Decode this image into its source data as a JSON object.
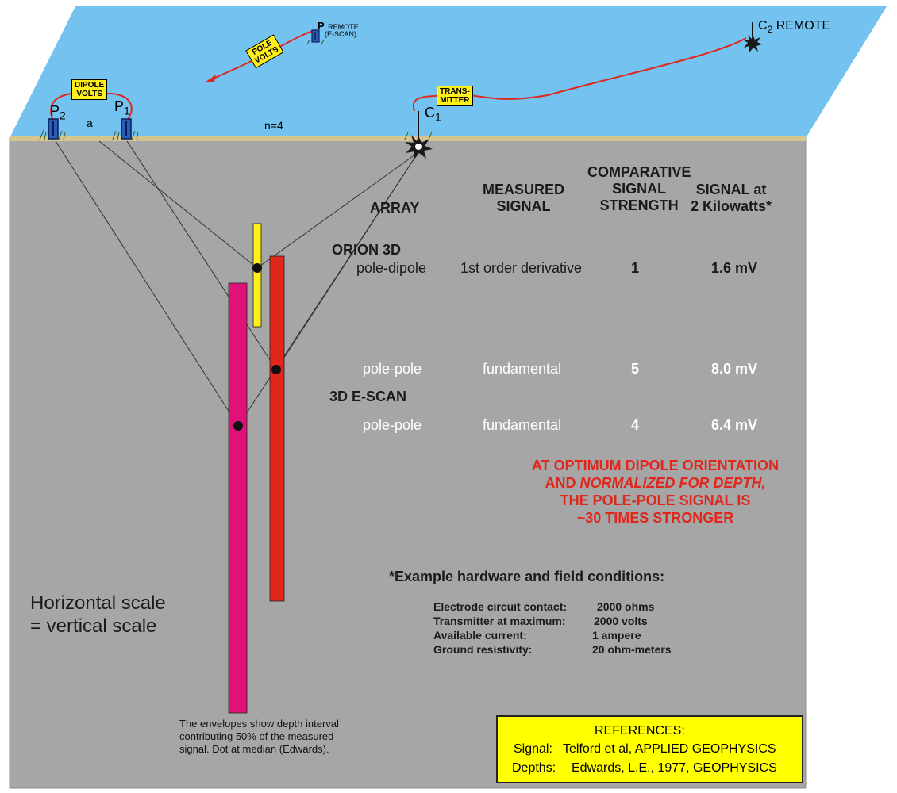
{
  "labels": {
    "dipole_volts": [
      "DIPOLE",
      "VOLTS"
    ],
    "pole_volts": [
      "POLE",
      "VOLTS"
    ],
    "transmitter": [
      "TRANS-",
      "MITTER"
    ],
    "p2": "P2",
    "p1": "P1",
    "a": "a",
    "n": "n=4",
    "c1": "C1",
    "c2_remote": "C2 REMOTE",
    "p_remote": "P",
    "p_remote_suffix": "REMOTE",
    "e_scan": "(E-SCAN)"
  },
  "table": {
    "headers": {
      "array": "ARRAY",
      "measured_signal": [
        "MEASURED",
        "SIGNAL"
      ],
      "comparative": [
        "COMPARATIVE",
        "SIGNAL",
        "STRENGTH"
      ],
      "signal_at": [
        "SIGNAL at",
        "2 Kilowatts*"
      ]
    },
    "group1": "ORION 3D",
    "group2": "3D E-SCAN",
    "rows": [
      {
        "array": "pole-dipole",
        "signal": "1st order derivative",
        "strength": "1",
        "value": "1.6 mV"
      },
      {
        "array": "pole-pole",
        "signal": "fundamental",
        "strength": "5",
        "value": "8.0 mV"
      },
      {
        "array": "pole-pole",
        "signal": "fundamental",
        "strength": "4",
        "value": "6.4 mV"
      }
    ]
  },
  "warning": {
    "line1": "AT OPTIMUM DIPOLE ORIENTATION",
    "line2a": "AND ",
    "line2b": "NORMALIZED FOR DEPTH,",
    "line3": "THE POLE-POLE SIGNAL IS",
    "line4": "~30 TIMES STRONGER"
  },
  "hardware": {
    "title": "*Example hardware and field conditions:",
    "items": [
      {
        "label": "Electrode circuit contact:",
        "value": "2000 ohms"
      },
      {
        "label": "Transmitter at maximum:",
        "value": "2000 volts"
      },
      {
        "label": "Available current:",
        "value": "1 ampere"
      },
      {
        "label": "Ground resistivity:",
        "value": "20 ohm-meters"
      }
    ]
  },
  "scale_note": [
    "Horizontal scale",
    "= vertical scale"
  ],
  "envelope_note": [
    "The envelopes show depth interval",
    "contributing 50% of the measured",
    "signal.  Dot at median (Edwards)."
  ],
  "references": {
    "title": "REFERENCES:",
    "signal_label": "Signal:",
    "signal_ref": "Telford et al, APPLIED GEOPHYSICS",
    "depths_label": "Depths:",
    "depths_ref": "Edwards, L.E., 1977, GEOPHYSICS"
  },
  "colors": {
    "sky": "#73c2ef",
    "ground": "#a6a6a6",
    "surface": "#d6c58e",
    "wire": "#e1261c",
    "magenta": "#e0127a",
    "red_bar": "#e1261c",
    "yellow_bar": "#ffef1a",
    "warning": "#e1261c",
    "reference_bg": "#ffff00"
  }
}
